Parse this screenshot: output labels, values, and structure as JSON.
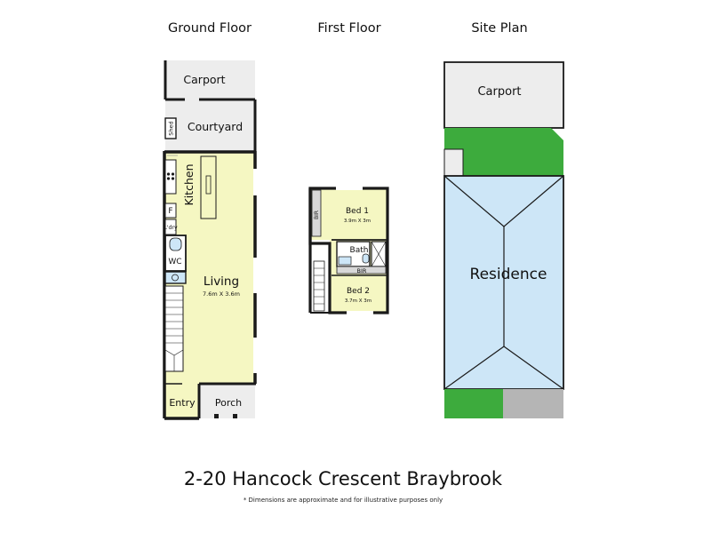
{
  "headings": {
    "ground_floor": "Ground Floor",
    "first_floor": "First Floor",
    "site_plan": "Site Plan"
  },
  "ground_floor": {
    "carport": "Carport",
    "courtyard": "Courtyard",
    "shed": "Shed",
    "kitchen": "Kitchen",
    "fridge": "F",
    "laundry": "L'dry",
    "wc": "WC",
    "living": "Living",
    "living_dims": "7.6m X 3.6m",
    "entry": "Entry",
    "porch": "Porch"
  },
  "first_floor": {
    "bed1": "Bed 1",
    "bed1_dims": "3.9m X 3m",
    "bed2": "Bed 2",
    "bed2_dims": "3.7m X 3m",
    "bath": "Bath",
    "bir_left": "BIR",
    "bir_mid": "BIR"
  },
  "site_plan": {
    "carport": "Carport",
    "residence": "Residence"
  },
  "address": "2-20 Hancock Crescent Braybrook",
  "disclaimer": "* Dimensions are approximate and for illustrative purposes only",
  "colors": {
    "room_yellow": "#f5f7c2",
    "courtyard_grey": "#ededed",
    "wall": "#1a1a1a",
    "grass": "#3dab3d",
    "residence_blue": "#cde6f7",
    "paving": "#b5b5b5",
    "blue_fixture": "#cde6f7"
  }
}
